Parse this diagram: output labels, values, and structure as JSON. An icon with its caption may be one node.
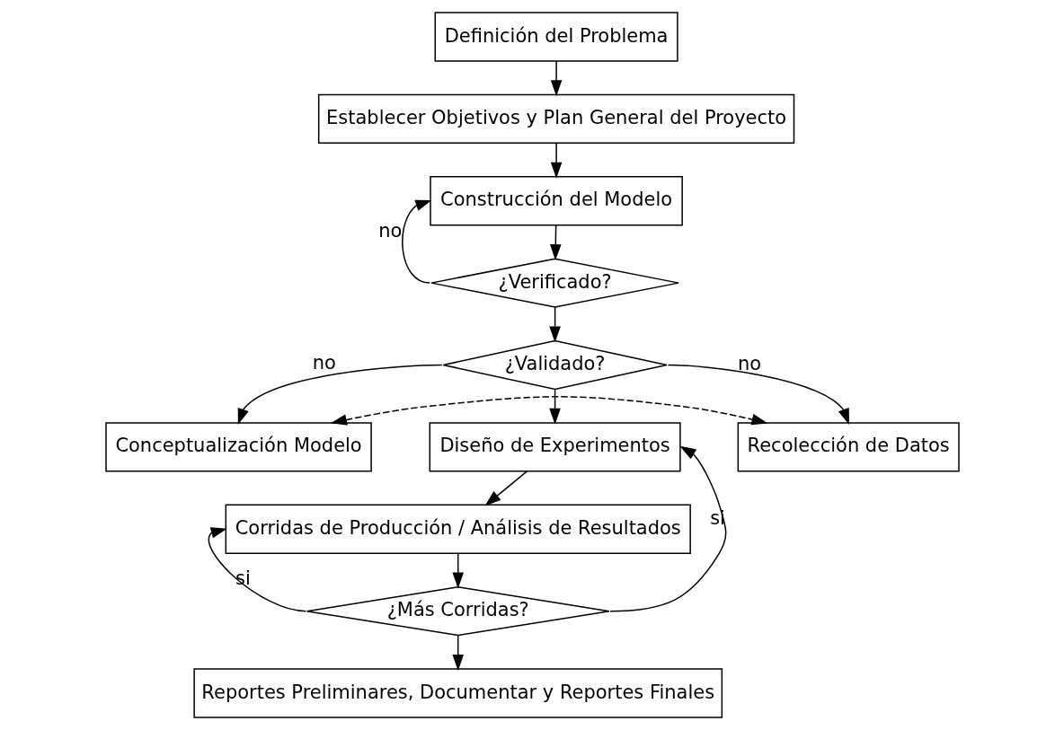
{
  "diagram": {
    "nodes": [
      {
        "text": [
          "Definición del Problema"
        ]
      },
      {
        "text": [
          "Establecer Objetivos y Plan General del Proyecto"
        ]
      },
      {
        "text": [
          "Conceptualización Modelo"
        ]
      },
      {
        "text": [
          "Recolección de Datos"
        ]
      },
      {
        "text": [
          "Construcción del Modelo"
        ]
      },
      {
        "text": [
          "¿Verificado?"
        ]
      },
      {
        "text": [
          "¿Validado?"
        ]
      },
      {
        "text": [
          "Diseño de Experimentos"
        ]
      },
      {
        "text": [
          "Corridas de Producción / Análisis de Resultados"
        ]
      },
      {
        "text": [
          "¿Más Corridas?"
        ]
      },
      {
        "text": [
          "Reportes Preliminares, Documentar y Reportes Finales"
        ]
      }
    ],
    "edges": [
      {
        "from": 0,
        "to": 1,
        "arrow": "to"
      },
      {
        "from": 1,
        "to": 4,
        "arrow": "to"
      },
      {
        "from": 2,
        "to": 3,
        "arrow": "both",
        "style": "dashed"
      },
      {
        "from": 4,
        "to": 5,
        "arrow": "to"
      },
      {
        "from": 5,
        "to": 4,
        "arrow": "to",
        "label": "no"
      },
      {
        "from": 5,
        "to": 6,
        "arrow": "to"
      },
      {
        "from": 6,
        "to": 2,
        "arrow": "to",
        "label": "no"
      },
      {
        "from": 6,
        "to": 3,
        "arrow": "to",
        "label": "no"
      },
      {
        "from": 6,
        "to": 7,
        "arrow": "to"
      },
      {
        "from": 7,
        "to": 8,
        "arrow": "to"
      },
      {
        "from": 8,
        "to": 9,
        "arrow": "to"
      },
      {
        "from": 9,
        "to": 8,
        "arrow": "to",
        "label": "si"
      },
      {
        "from": 9,
        "to": 7,
        "arrow": "to",
        "label": "si"
      },
      {
        "from": 9,
        "to": 10,
        "arrow": "to"
      }
    ]
  }
}
